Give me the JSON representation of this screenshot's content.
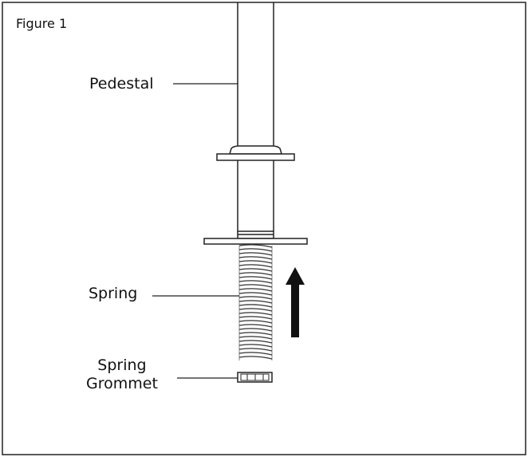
{
  "figure": {
    "title": "Figure 1"
  },
  "labels": {
    "pedestal": "Pedestal",
    "spring": "Spring",
    "grommet_line1": "Spring",
    "grommet_line2": "Grommet"
  },
  "colors": {
    "stroke": "#222222",
    "arrow": "#111111",
    "background": "#ffffff"
  },
  "icons": {
    "direction": "arrow-up-icon"
  }
}
